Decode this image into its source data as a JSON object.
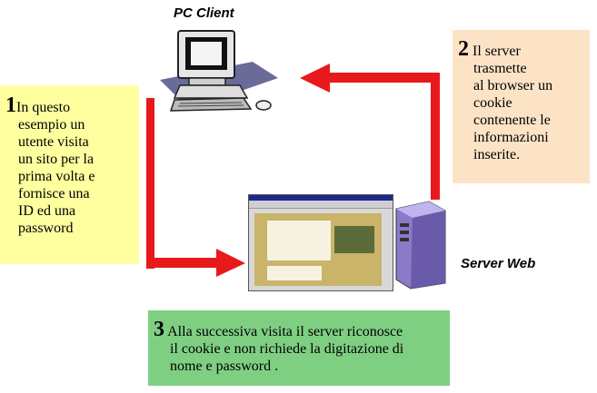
{
  "labels": {
    "pc_client": "PC Client",
    "server_web": "Server Web"
  },
  "step1": {
    "number": "1",
    "lines": [
      "In questo",
      "esempio un",
      "utente visita",
      "un sito per la",
      "prima volta e",
      "fornisce una",
      "ID ed una",
      "password"
    ]
  },
  "step2": {
    "number": "2",
    "lines": [
      "Il  server",
      "trasmette",
      "al browser un",
      "cookie",
      "contenente le",
      "informazioni",
      "inserite."
    ]
  },
  "step3": {
    "number": "3",
    "lines": [
      "Alla successiva visita il server riconosce",
      "il cookie e non richiede la digitazione di",
      "nome e password ."
    ]
  },
  "colors": {
    "step1_bg": "#ffffa0",
    "step2_bg": "#fde3c6",
    "step3_bg": "#7fcf83",
    "arrow": "#e8191b"
  }
}
